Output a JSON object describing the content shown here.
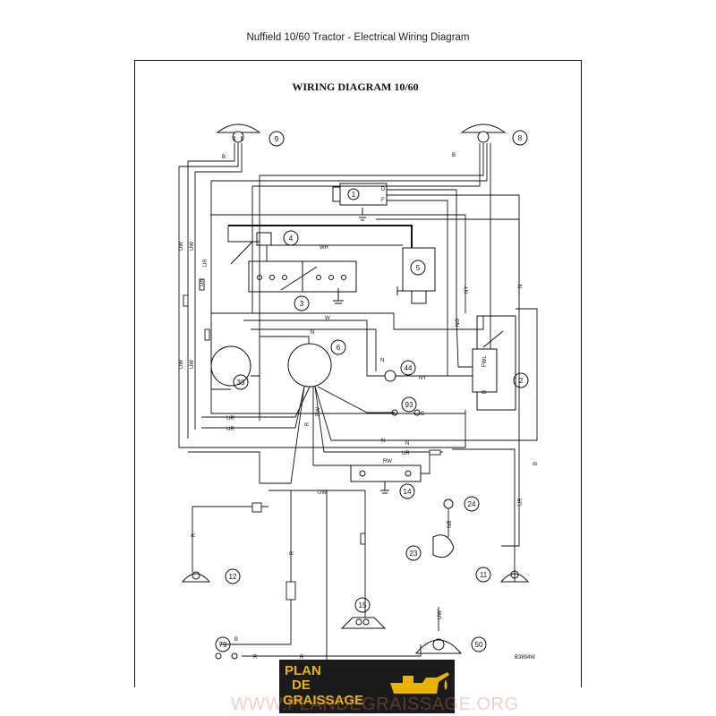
{
  "page": {
    "title": "Nuffield 10/60 Tractor - Electrical Wiring Diagram"
  },
  "diagram": {
    "heading": "WIRING DIAGRAM 10/60",
    "ref_code": "B3894W",
    "component_numbers": {
      "c1": "1",
      "c2": "2",
      "c3": "3",
      "c4": "4",
      "c5": "5",
      "c6": "6",
      "c8": "8",
      "c9": "9",
      "c11": "11",
      "c12": "12",
      "c14": "14",
      "c15": "15",
      "c23": "23",
      "c24": "24",
      "c38": "38",
      "c44": "44",
      "c50": "50",
      "c79": "79",
      "c93": "93"
    },
    "wire_labels": {
      "wr": "WR",
      "w": "W",
      "n1": "N",
      "n2": "N",
      "ny": "NY",
      "ng": "NG",
      "uw_left1": "UW",
      "uw_left2": "UW",
      "uw_left3": "UW",
      "uw_left4": "UW",
      "ur_left": "UR",
      "ur_mid": "UR",
      "ur1": "UR",
      "ur2": "UR",
      "ur3": "UR",
      "rw1": "RW",
      "rw2": "RW",
      "uw_bottom": "UW",
      "uw_50": "UW",
      "nb": "NB",
      "b1": "B",
      "b2": "B",
      "b3": "B",
      "b4": "B",
      "b5": "B",
      "r1": "R",
      "r2": "R",
      "r3": "R",
      "r4": "R",
      "r5": "R",
      "n_right": "N",
      "ny_right": "NY",
      "n3": "N",
      "n4": "N"
    },
    "terminal_labels": {
      "d": "D",
      "f": "F",
      "b": "B",
      "fwl": "FWL",
      "r": "R",
      "f2": "F"
    }
  },
  "badge": {
    "line1": "PLAN",
    "line2": "DE",
    "line3": "GRAISSAGE"
  },
  "watermark": {
    "text": "WWW.PLANDEGRAISSAGE.ORG"
  },
  "colors": {
    "ink": "#111111",
    "badge_bg": "#1b1b1b",
    "badge_text": "#e8b400"
  }
}
